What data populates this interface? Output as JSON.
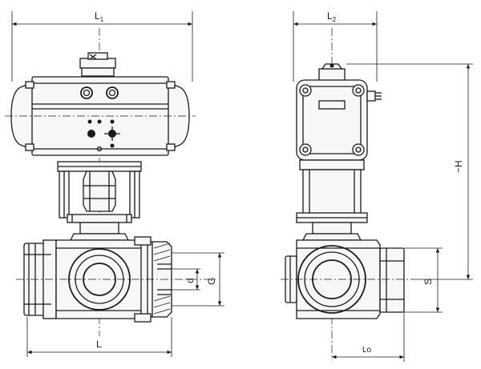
{
  "dimensions": {
    "L1": {
      "main": "L",
      "sub": "1"
    },
    "L2": {
      "main": "L",
      "sub": "2"
    },
    "H": "~H",
    "L": "L",
    "d": "d",
    "G": "G",
    "S": "S",
    "Lo": "Lo"
  }
}
